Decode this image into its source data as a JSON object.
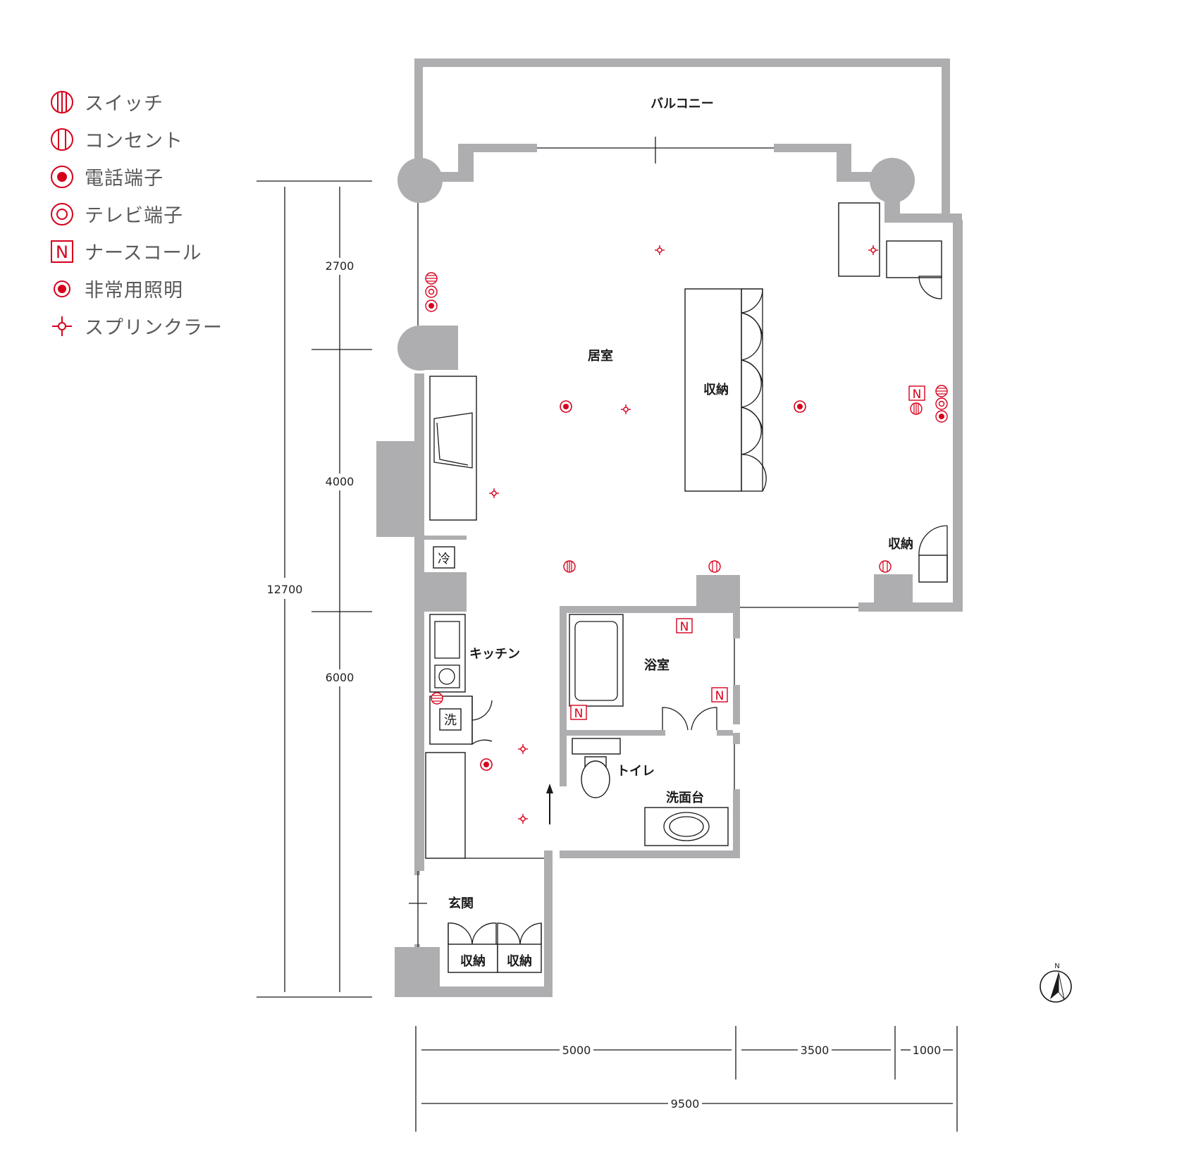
{
  "legend": {
    "items": [
      {
        "label": "スイッチ",
        "icon": "switch-symbol-icon"
      },
      {
        "label": "コンセント",
        "icon": "outlet-symbol-icon"
      },
      {
        "label": "電話端子",
        "icon": "phone-jack-symbol-icon"
      },
      {
        "label": "テレビ端子",
        "icon": "tv-jack-symbol-icon"
      },
      {
        "label": "ナースコール",
        "icon": "nurse-call-symbol-icon"
      },
      {
        "label": "非常用照明",
        "icon": "emergency-light-symbol-icon"
      },
      {
        "label": "スプリンクラー",
        "icon": "sprinkler-symbol-icon"
      }
    ]
  },
  "rooms": {
    "balcony": "バルコニー",
    "living": "居室",
    "storage_center": "収納",
    "storage_east": "収納",
    "bath": "浴室",
    "kitchen": "キッチン",
    "toilet": "トイレ",
    "washbasin": "洗面台",
    "entrance": "玄関",
    "storage_entrance_1": "収納",
    "storage_entrance_2": "収納"
  },
  "appliances": {
    "fridge": "冷",
    "washer": "洗"
  },
  "symbols": {
    "nurse_call": "N"
  },
  "dimensions": {
    "vertical": {
      "segment_1": "2700",
      "segment_2": "4000",
      "segment_3": "6000",
      "total": "12700"
    },
    "horizontal": {
      "segment_1": "5000",
      "segment_2": "3500",
      "segment_3": "1000",
      "total": "9500"
    }
  },
  "compass": {
    "label": "N"
  },
  "colors": {
    "accent_red": "#d6001c",
    "wall_gray": "#aeaeb0",
    "line_black": "#1a1a1a",
    "legend_text": "#595959"
  }
}
